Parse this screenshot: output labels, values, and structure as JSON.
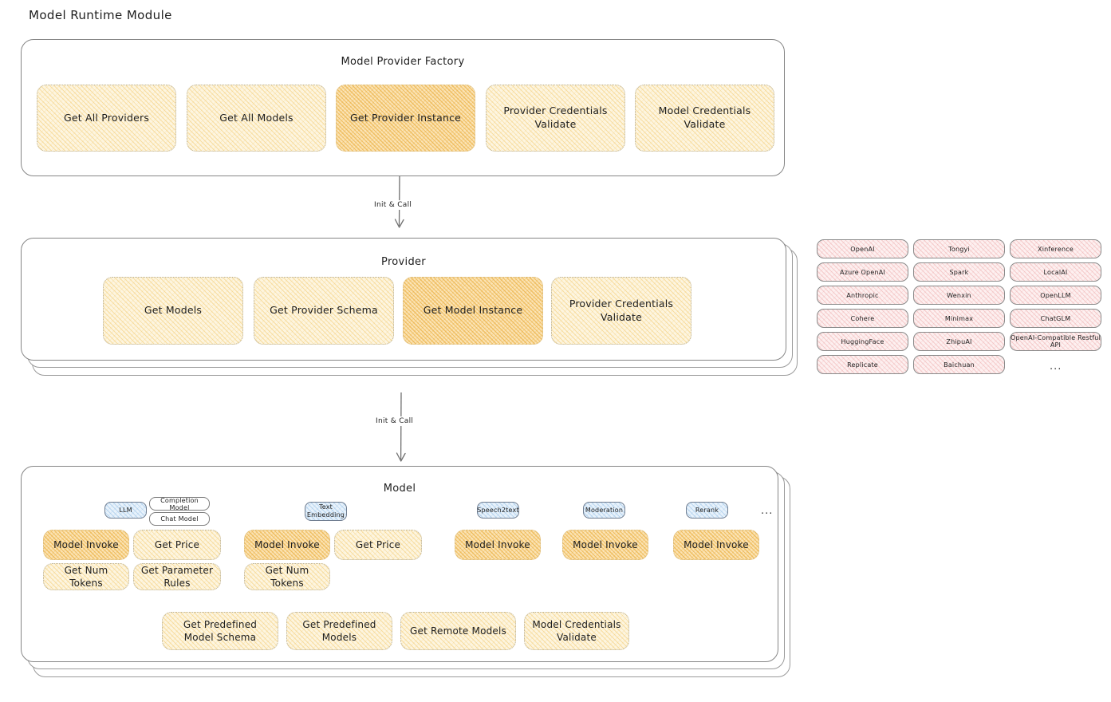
{
  "page": {
    "title": "Model Runtime Module"
  },
  "factory": {
    "title": "Model Provider Factory",
    "methods": [
      {
        "label": "Get All Providers",
        "highlight": false
      },
      {
        "label": "Get All Models",
        "highlight": false
      },
      {
        "label": "Get Provider Instance",
        "highlight": true
      },
      {
        "label": "Provider Credentials Validate",
        "highlight": false
      },
      {
        "label": "Model Credentials Validate",
        "highlight": false
      }
    ]
  },
  "arrows": [
    {
      "label": "Init & Call"
    },
    {
      "label": "Init & Call"
    }
  ],
  "provider": {
    "title": "Provider",
    "methods": [
      {
        "label": "Get Models",
        "highlight": false
      },
      {
        "label": "Get Provider Schema",
        "highlight": false
      },
      {
        "label": "Get Model Instance",
        "highlight": true
      },
      {
        "label": "Provider Credentials Validate",
        "highlight": false
      }
    ]
  },
  "provider_list": {
    "columns": [
      [
        "OpenAI",
        "Azure OpenAI",
        "Anthropic",
        "Cohere",
        "HuggingFace",
        "Replicate"
      ],
      [
        "Tongyi",
        "Spark",
        "Wenxin",
        "Minimax",
        "ZhipuAI",
        "Baichuan"
      ],
      [
        "Xinference",
        "LocalAI",
        "OpenLLM",
        "ChatGLM",
        "OpenAI-Compatible Restful API"
      ]
    ],
    "more": "..."
  },
  "model": {
    "title": "Model",
    "more": "...",
    "types": [
      {
        "name": "LLM",
        "subtypes": [
          "Completion Model",
          "Chat Model"
        ],
        "methods": [
          {
            "label": "Model Invoke",
            "highlight": true
          },
          {
            "label": "Get Price",
            "highlight": false
          },
          {
            "label": "Get Num Tokens",
            "highlight": false
          },
          {
            "label": "Get Parameter Rules",
            "highlight": false
          }
        ]
      },
      {
        "name": "Text Embedding",
        "subtypes": [],
        "methods": [
          {
            "label": "Model Invoke",
            "highlight": true
          },
          {
            "label": "Get Price",
            "highlight": false
          },
          {
            "label": "Get Num Tokens",
            "highlight": false
          }
        ]
      },
      {
        "name": "Speech2text",
        "subtypes": [],
        "methods": [
          {
            "label": "Model Invoke",
            "highlight": true
          }
        ]
      },
      {
        "name": "Moderation",
        "subtypes": [],
        "methods": [
          {
            "label": "Model Invoke",
            "highlight": true
          }
        ]
      },
      {
        "name": "Rerank",
        "subtypes": [],
        "methods": [
          {
            "label": "Model Invoke",
            "highlight": true
          }
        ]
      }
    ],
    "shared_methods": [
      {
        "label": "Get Predefined Model Schema"
      },
      {
        "label": "Get Predefined Models"
      },
      {
        "label": "Get Remote Models"
      },
      {
        "label": "Model Credentials Validate"
      }
    ]
  },
  "colors": {
    "box_fill": "#fdf5e0",
    "box_highlight_fill": "#fbe3b4",
    "provider_pill_fill": "#fdf0f0",
    "model_type_pill_fill": "#e8f2fb",
    "container_stroke": "#868686",
    "text": "#1e1e1e"
  }
}
